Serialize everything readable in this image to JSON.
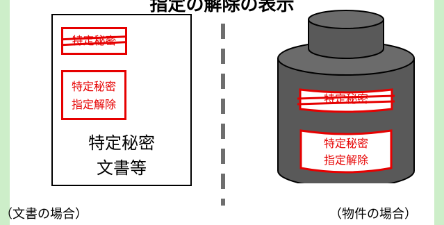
{
  "title": "指定の解除の表示",
  "document_case": {
    "stamp_top": "特定秘密",
    "stamp_mid_line1": "特定秘密",
    "stamp_mid_line2": "指定解除",
    "label_line1": "特定秘密",
    "label_line2": "文書等",
    "caption": "（文書の場合）"
  },
  "object_case": {
    "stamp_top": "特定秘密",
    "stamp_mid_line1": "特定秘密",
    "stamp_mid_line2": "指定解除",
    "caption": "（物件の場合）"
  },
  "colors": {
    "sidebar": "#cdeec9",
    "stamp": "#e60000",
    "can": "#595959"
  }
}
